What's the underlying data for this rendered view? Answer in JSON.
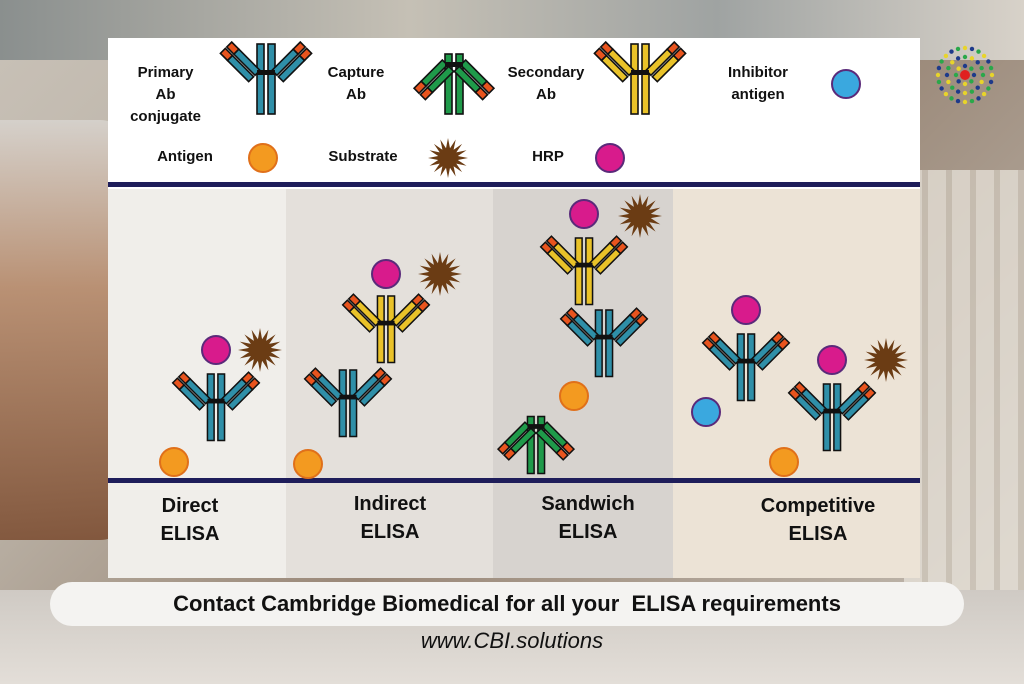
{
  "legend": {
    "primary_ab": "Primary\nAb\nconjugate",
    "capture_ab": "Capture\nAb",
    "secondary_ab": "Secondary\nAb",
    "inhibitor_antigen": "Inhibitor\nantigen",
    "antigen": "Antigen",
    "substrate": "Substrate",
    "hrp": "HRP"
  },
  "methods": {
    "direct": "Direct\nELISA",
    "indirect": "Indirect\nELISA",
    "sandwich": "Sandwich\nELISA",
    "competitive": "Competitive\nELISA"
  },
  "banner": "Contact Cambridge Biomedical for all your  ELISA requirements",
  "url": "www.CBI.solutions",
  "colors": {
    "primary_ab": "#2f8fa8",
    "capture_ab": "#1f9a4a",
    "secondary_ab": "#e9c229",
    "antigen": "#f39a20",
    "inhibitor": "#3aa8df",
    "hrp": "#d81b8c",
    "substrate": "#6b3c14",
    "tip": "#e8541e",
    "divider": "#1e1d5a"
  }
}
